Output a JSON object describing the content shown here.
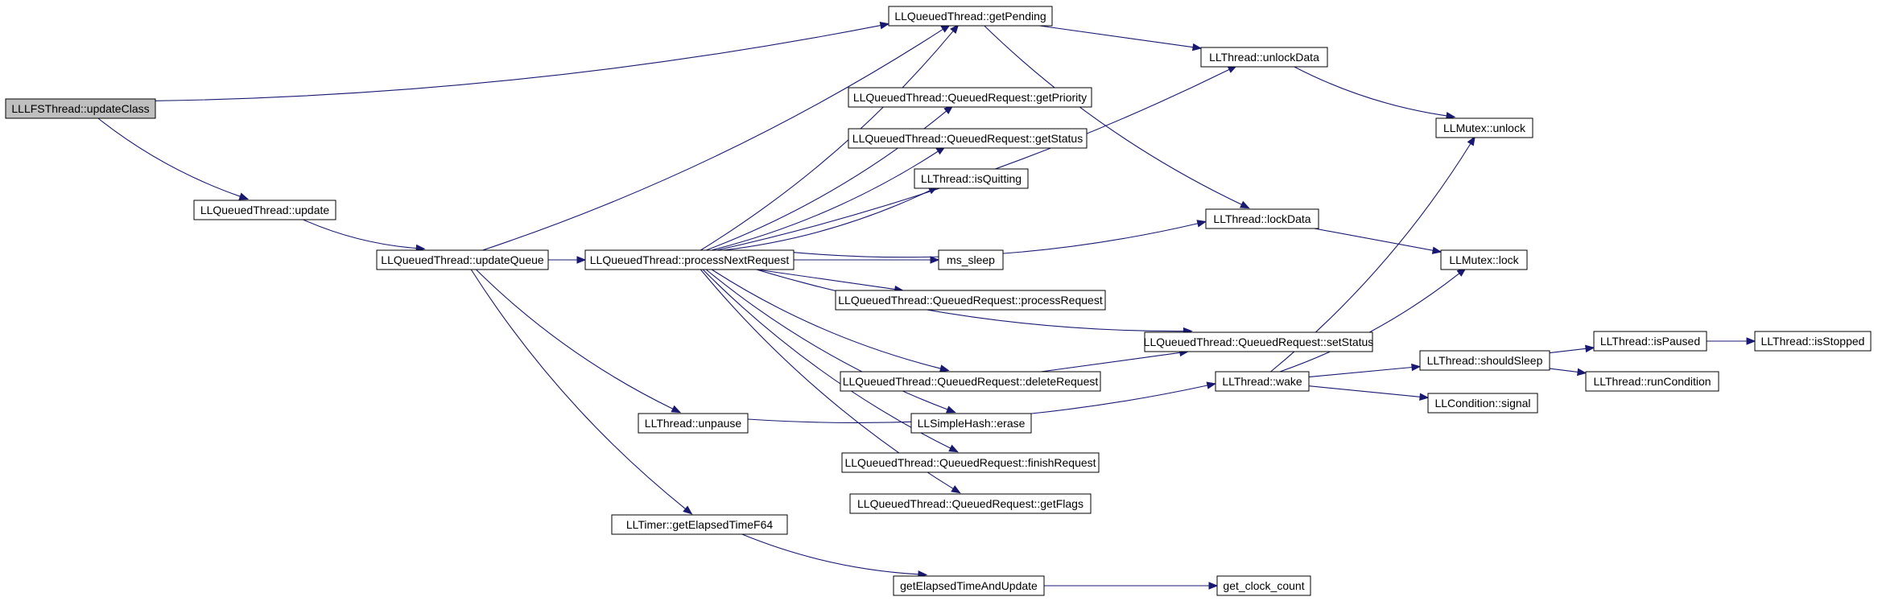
{
  "colors": {
    "edge": "#191970",
    "node_fill": "#ffffff",
    "root_fill": "#bfbfbf",
    "border": "#000000"
  },
  "nodes": [
    {
      "id": "lllfs_updateclass",
      "label": "LLLFSThread::updateClass",
      "root": true
    },
    {
      "id": "qt_update",
      "label": "LLQueuedThread::update"
    },
    {
      "id": "qt_updatequeue",
      "label": "LLQueuedThread::updateQueue"
    },
    {
      "id": "qt_processnext",
      "label": "LLQueuedThread::processNextRequest"
    },
    {
      "id": "qt_getpending",
      "label": "LLQueuedThread::getPending"
    },
    {
      "id": "th_unlockdata",
      "label": "LLThread::unlockData"
    },
    {
      "id": "qr_getpriority",
      "label": "LLQueuedThread::QueuedRequest::getPriority"
    },
    {
      "id": "qr_getstatus",
      "label": "LLQueuedThread::QueuedRequest::getStatus"
    },
    {
      "id": "th_isquitting",
      "label": "LLThread::isQuitting"
    },
    {
      "id": "th_lockdata",
      "label": "LLThread::lockData"
    },
    {
      "id": "ms_sleep",
      "label": "ms_sleep"
    },
    {
      "id": "qr_processrequest",
      "label": "LLQueuedThread::QueuedRequest::processRequest"
    },
    {
      "id": "qr_setstatus",
      "label": "LLQueuedThread::QueuedRequest::setStatus"
    },
    {
      "id": "qr_deleterequest",
      "label": "LLQueuedThread::QueuedRequest::deleteRequest"
    },
    {
      "id": "sh_erase",
      "label": "LLSimpleHash::erase"
    },
    {
      "id": "qr_finishrequest",
      "label": "LLQueuedThread::QueuedRequest::finishRequest"
    },
    {
      "id": "qr_getflags",
      "label": "LLQueuedThread::QueuedRequest::getFlags"
    },
    {
      "id": "th_unpause",
      "label": "LLThread::unpause"
    },
    {
      "id": "th_wake",
      "label": "LLThread::wake"
    },
    {
      "id": "tm_getelapsed",
      "label": "LLTimer::getElapsedTimeF64"
    },
    {
      "id": "getelapsedupdate",
      "label": "getElapsedTimeAndUpdate"
    },
    {
      "id": "get_clock_count",
      "label": "get_clock_count"
    },
    {
      "id": "mx_unlock",
      "label": "LLMutex::unlock"
    },
    {
      "id": "mx_lock",
      "label": "LLMutex::lock"
    },
    {
      "id": "th_shouldsleep",
      "label": "LLThread::shouldSleep"
    },
    {
      "id": "cond_signal",
      "label": "LLCondition::signal"
    },
    {
      "id": "th_ispaused",
      "label": "LLThread::isPaused"
    },
    {
      "id": "th_runcondition",
      "label": "LLThread::runCondition"
    },
    {
      "id": "th_isstopped",
      "label": "LLThread::isStopped"
    }
  ],
  "edges": [
    {
      "from": "lllfs_updateclass",
      "to": "qt_getpending"
    },
    {
      "from": "lllfs_updateclass",
      "to": "qt_update"
    },
    {
      "from": "qt_update",
      "to": "qt_updatequeue"
    },
    {
      "from": "qt_updatequeue",
      "to": "qt_getpending"
    },
    {
      "from": "qt_updatequeue",
      "to": "qt_processnext"
    },
    {
      "from": "qt_updatequeue",
      "to": "th_unpause"
    },
    {
      "from": "qt_updatequeue",
      "to": "tm_getelapsed"
    },
    {
      "from": "qt_processnext",
      "to": "qt_getpending"
    },
    {
      "from": "qt_processnext",
      "to": "th_unlockdata"
    },
    {
      "from": "qt_processnext",
      "to": "qr_getpriority"
    },
    {
      "from": "qt_processnext",
      "to": "qr_getstatus"
    },
    {
      "from": "qt_processnext",
      "to": "th_isquitting"
    },
    {
      "from": "qt_processnext",
      "to": "th_lockdata"
    },
    {
      "from": "qt_processnext",
      "to": "ms_sleep"
    },
    {
      "from": "qt_processnext",
      "to": "qr_processrequest"
    },
    {
      "from": "qt_processnext",
      "to": "qr_setstatus"
    },
    {
      "from": "qt_processnext",
      "to": "qr_deleterequest"
    },
    {
      "from": "qt_processnext",
      "to": "sh_erase"
    },
    {
      "from": "qt_processnext",
      "to": "qr_finishrequest"
    },
    {
      "from": "qt_processnext",
      "to": "qr_getflags"
    },
    {
      "from": "qt_getpending",
      "to": "th_unlockdata"
    },
    {
      "from": "qt_getpending",
      "to": "th_lockdata"
    },
    {
      "from": "th_unlockdata",
      "to": "mx_unlock"
    },
    {
      "from": "th_lockdata",
      "to": "mx_lock"
    },
    {
      "from": "qr_deleterequest",
      "to": "qr_setstatus"
    },
    {
      "from": "th_unpause",
      "to": "th_wake"
    },
    {
      "from": "th_wake",
      "to": "mx_unlock"
    },
    {
      "from": "th_wake",
      "to": "mx_lock"
    },
    {
      "from": "th_wake",
      "to": "th_shouldsleep"
    },
    {
      "from": "th_wake",
      "to": "cond_signal"
    },
    {
      "from": "th_shouldsleep",
      "to": "th_ispaused"
    },
    {
      "from": "th_shouldsleep",
      "to": "th_runcondition"
    },
    {
      "from": "th_ispaused",
      "to": "th_isstopped"
    },
    {
      "from": "tm_getelapsed",
      "to": "getelapsedupdate"
    },
    {
      "from": "getelapsedupdate",
      "to": "get_clock_count"
    }
  ]
}
